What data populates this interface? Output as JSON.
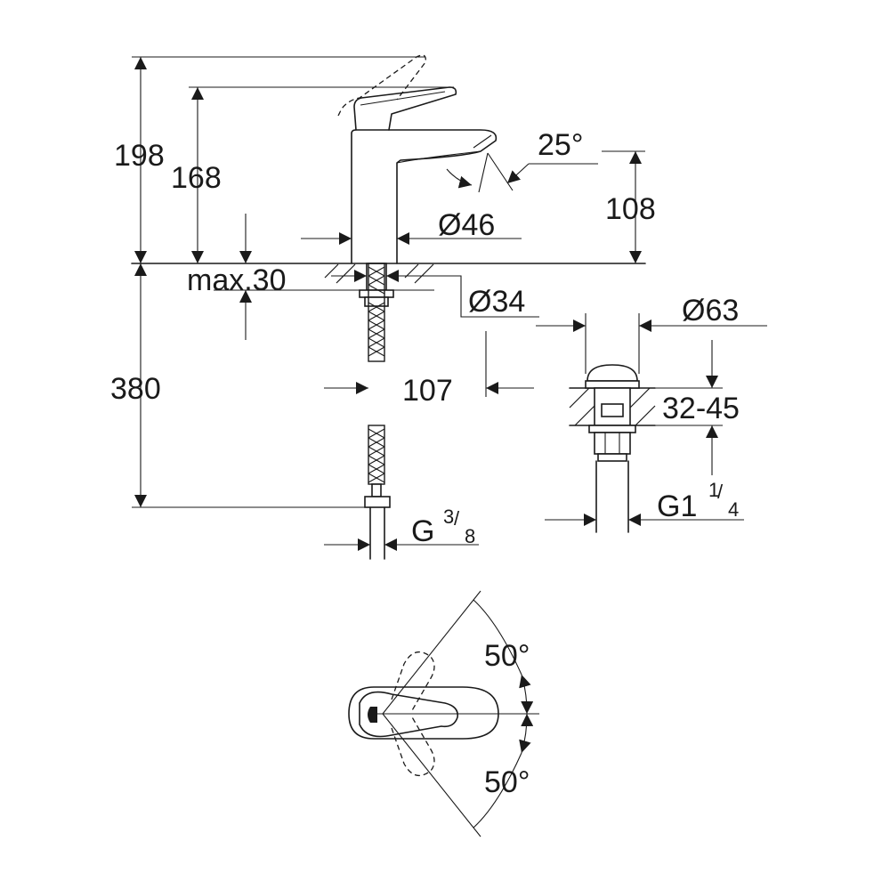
{
  "dimensions": {
    "total_height": "198",
    "handle_height": "168",
    "spout_height": "108",
    "spout_angle": "25°",
    "body_diameter": "Ø46",
    "deck_thickness": "max.30",
    "hole_diameter": "Ø34",
    "hose_length": "380",
    "spout_reach": "107",
    "waste_diameter": "Ø63",
    "waste_clamp_range": "32-45",
    "waste_thread_base": "G1",
    "waste_thread_num": "1",
    "waste_thread_den": "4",
    "hose_thread_base": "G",
    "hose_thread_num": "3",
    "hose_thread_den": "8",
    "lever_angle_top": "50°",
    "lever_angle_bottom": "50°"
  }
}
